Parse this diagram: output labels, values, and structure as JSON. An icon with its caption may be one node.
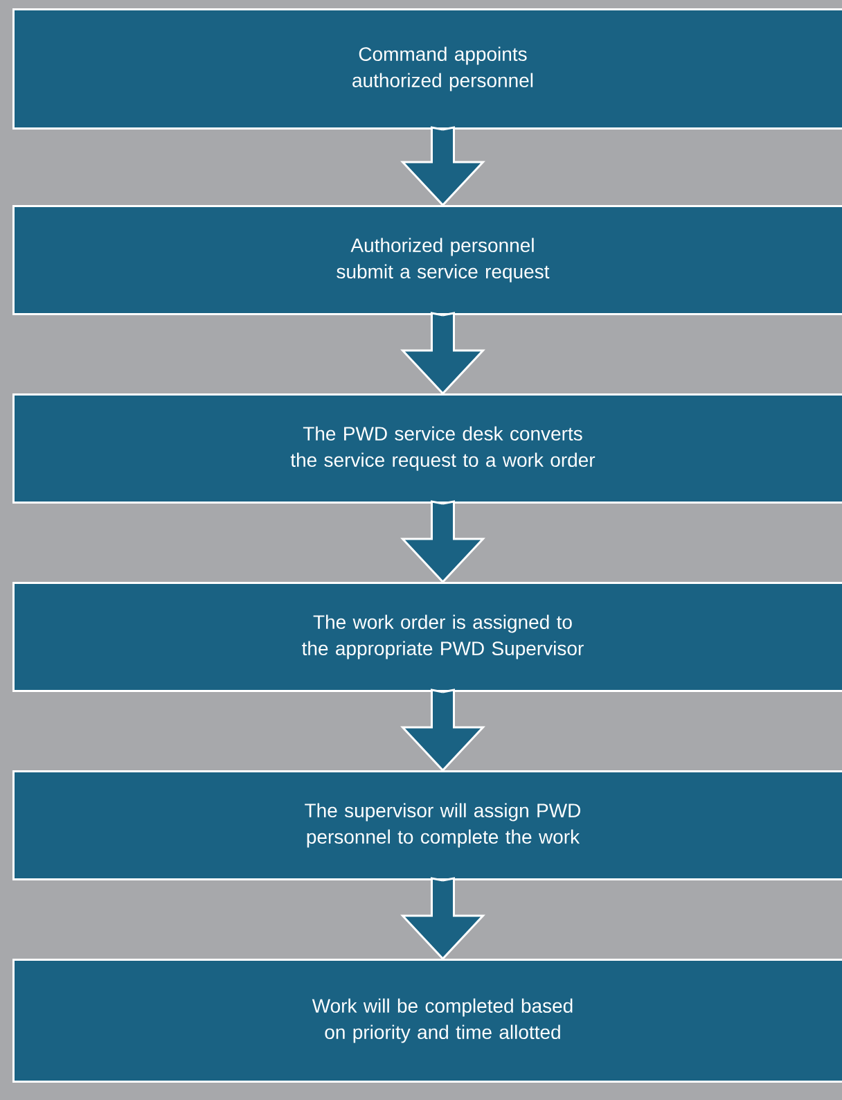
{
  "diagram": {
    "nodes": [
      {
        "text": [
          "Command appoints authorized personnel"
        ]
      },
      {
        "text": [
          "Authorized personnel submit a service request"
        ]
      },
      {
        "text": [
          "The PWD service desk converts the service request to a work order"
        ]
      },
      {
        "text": [
          "The work order is assigned to the appropriate PWD Supervisor"
        ]
      },
      {
        "text": [
          "The supervisor will assign PWD personnel to complete the work"
        ]
      },
      {
        "text": [
          "Work will be completed based on priority and time allotted"
        ]
      }
    ],
    "edges": [
      {
        "from": 0,
        "to": 1,
        "arrow": "to"
      },
      {
        "from": 1,
        "to": 2,
        "arrow": "to"
      },
      {
        "from": 2,
        "to": 3,
        "arrow": "to"
      },
      {
        "from": 3,
        "to": 4,
        "arrow": "to"
      },
      {
        "from": 4,
        "to": 5,
        "arrow": "to"
      }
    ]
  }
}
